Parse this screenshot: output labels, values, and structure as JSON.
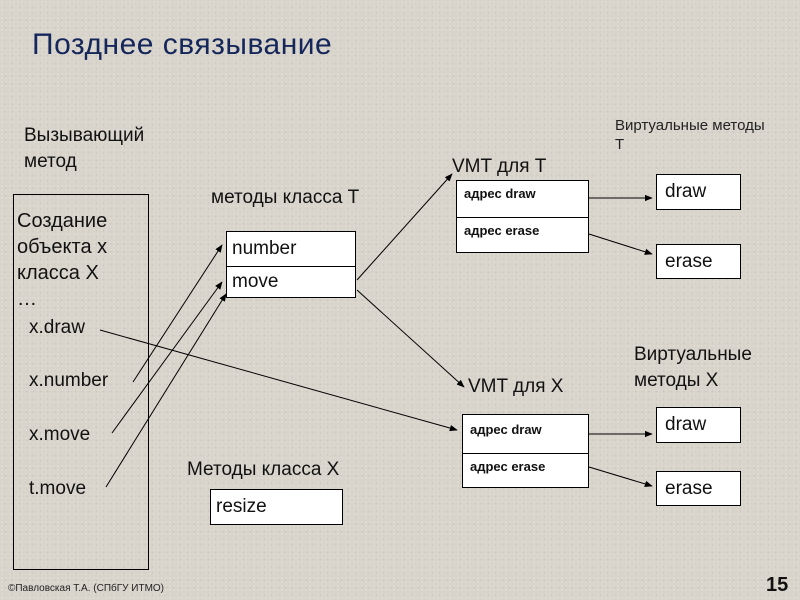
{
  "slide": {
    "title": "Позднее связывание",
    "caller_heading_line1": "Вызывающий",
    "caller_heading_line2": "метод",
    "caller_lines": [
      "Создание",
      "объекта x",
      "класса X",
      "…"
    ],
    "calls": [
      "x.draw",
      "x.number",
      "x.move",
      "t.move"
    ],
    "methods_T": {
      "heading": "методы класса T",
      "items": [
        "number",
        "move"
      ]
    },
    "methods_X": {
      "heading": "Методы класса X",
      "items": [
        "resize"
      ]
    },
    "vmt_T": {
      "heading": "VMT для T",
      "items": [
        "адрес draw",
        "адрес erase"
      ]
    },
    "vmt_X": {
      "heading": "VMT для X",
      "items": [
        "адрес draw",
        "адрес erase"
      ]
    },
    "virtual_T": {
      "heading_line1": "Виртуальные методы",
      "heading_line2": "T",
      "items": [
        "draw",
        "erase"
      ]
    },
    "virtual_X": {
      "heading_line1": "Виртуальные",
      "heading_line2": "методы X",
      "items": [
        "draw",
        "erase"
      ]
    },
    "footer": "©Павловская Т.А. (СПбГУ ИТМО)",
    "page_number": "15"
  }
}
